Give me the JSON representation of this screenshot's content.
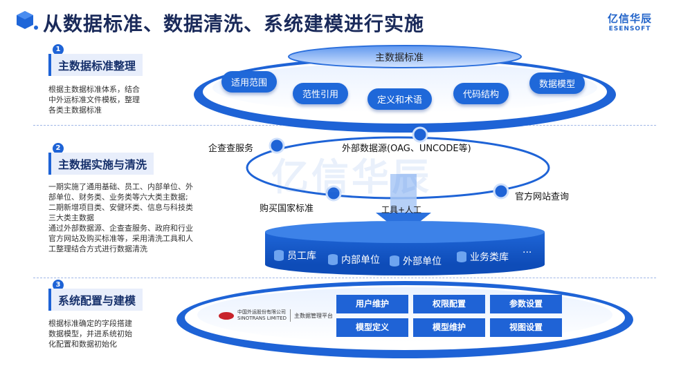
{
  "title": "从数据标准、数据清洗、系统建模进行实施",
  "logo": {
    "cn": "亿信华辰",
    "en": "ESENSOFT"
  },
  "watermark": "亿信华辰",
  "steps": [
    {
      "num": "1",
      "title": "主数据标准整理",
      "desc": [
        "根据主数据标准体系，结合",
        "中外运标准文件模板，整理",
        "各类主数据标准"
      ]
    },
    {
      "num": "2",
      "title": "主数据实施与清洗",
      "desc": [
        "一期实施了通用基础、员工、内部单位、外",
        "部单位、财务类、业务类等六大类主数据;",
        "二期新增项目类、安健环类、信息与科技类",
        "三大类主数据",
        "通过外部数据源、企查查服务、政府和行业",
        "官方网站及购买标准等，采用清洗工具和人",
        "工整理结合方式进行数据清洗"
      ]
    },
    {
      "num": "3",
      "title": "系统配置与建模",
      "desc": [
        "根据标准确定的字段搭建",
        "数据模型，并进系统初始",
        "化配置和数据初始化"
      ]
    }
  ],
  "section1": {
    "header": "主数据标准",
    "pills": [
      "适用范围",
      "范性引用",
      "定义和术语",
      "代码结构",
      "数据模型"
    ]
  },
  "section2": {
    "sources": [
      "企查查服务",
      "外部数据源(OAG、UNCODE等)",
      "购买国家标准",
      "官方网站查询"
    ],
    "tool_label": "工具+人工",
    "db_items": [
      "员工库",
      "内部单位",
      "外部单位",
      "业务类库",
      "···"
    ]
  },
  "section3": {
    "company_cn": "中国外运股份有限公司",
    "company_en": "SINOTRANS LIMITED",
    "platform": "主数据管理平台",
    "buttons": [
      "用户维护",
      "权限配置",
      "参数设置",
      "模型定义",
      "模型维护",
      "视图设置"
    ]
  },
  "colors": {
    "primary": "#1e63d6",
    "light": "#e8eefb",
    "title": "#1a2a5a"
  }
}
